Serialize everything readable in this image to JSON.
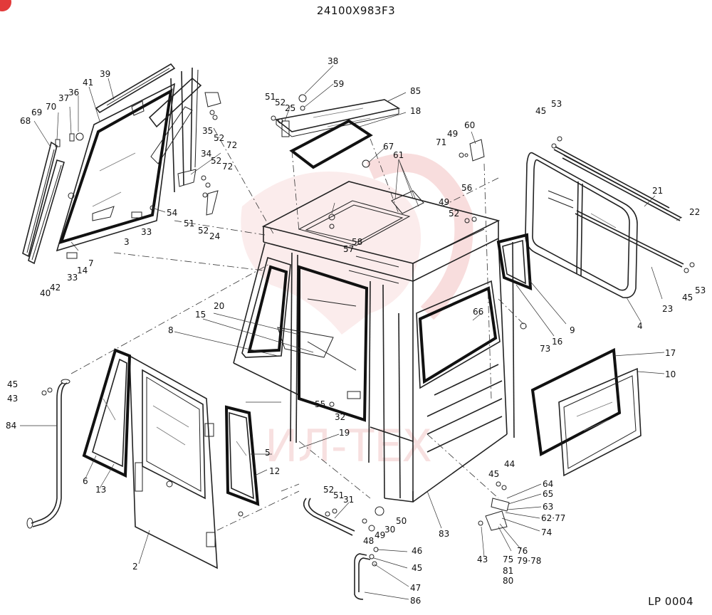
{
  "header": {
    "title": "24100X983F3"
  },
  "footer": {
    "code": "LP 0004"
  },
  "watermark": {
    "text": "ИЛ-ТЕХ",
    "color": "#e05050"
  },
  "colors": {
    "line": "#222222",
    "badge": "#e23a3a"
  },
  "callouts": [
    {
      "id": "c38",
      "text": "38"
    },
    {
      "id": "c59",
      "text": "59"
    },
    {
      "id": "c85",
      "text": "85"
    },
    {
      "id": "c18",
      "text": "18"
    },
    {
      "id": "c51a",
      "text": "51"
    },
    {
      "id": "c52a",
      "text": "52"
    },
    {
      "id": "c25",
      "text": "25"
    },
    {
      "id": "c67",
      "text": "67"
    },
    {
      "id": "c61",
      "text": "61"
    },
    {
      "id": "c60",
      "text": "60"
    },
    {
      "id": "c49a",
      "text": "49"
    },
    {
      "id": "c71",
      "text": "71"
    },
    {
      "id": "c49b",
      "text": "49"
    },
    {
      "id": "c52b",
      "text": "52"
    },
    {
      "id": "c56",
      "text": "56"
    },
    {
      "id": "c45a",
      "text": "45"
    },
    {
      "id": "c53a",
      "text": "53"
    },
    {
      "id": "c21",
      "text": "21"
    },
    {
      "id": "c22",
      "text": "22"
    },
    {
      "id": "c45b",
      "text": "45"
    },
    {
      "id": "c53b",
      "text": "53"
    },
    {
      "id": "c23",
      "text": "23"
    },
    {
      "id": "c4",
      "text": "4"
    },
    {
      "id": "c9",
      "text": "9"
    },
    {
      "id": "c16",
      "text": "16"
    },
    {
      "id": "c73",
      "text": "73"
    },
    {
      "id": "c66",
      "text": "66"
    },
    {
      "id": "c17",
      "text": "17"
    },
    {
      "id": "c10",
      "text": "10"
    },
    {
      "id": "c39",
      "text": "39"
    },
    {
      "id": "c41",
      "text": "41"
    },
    {
      "id": "c37",
      "text": "37"
    },
    {
      "id": "c36",
      "text": "36"
    },
    {
      "id": "c70",
      "text": "70"
    },
    {
      "id": "c69",
      "text": "69"
    },
    {
      "id": "c68",
      "text": "68"
    },
    {
      "id": "c35",
      "text": "35"
    },
    {
      "id": "c52c",
      "text": "52"
    },
    {
      "id": "c72a",
      "text": "72"
    },
    {
      "id": "c34",
      "text": "34"
    },
    {
      "id": "c52d",
      "text": "52"
    },
    {
      "id": "c72b",
      "text": "72"
    },
    {
      "id": "c54",
      "text": "54"
    },
    {
      "id": "c33a",
      "text": "33"
    },
    {
      "id": "c51b",
      "text": "51"
    },
    {
      "id": "c52e",
      "text": "52"
    },
    {
      "id": "c24",
      "text": "24"
    },
    {
      "id": "c3",
      "text": "3"
    },
    {
      "id": "c7",
      "text": "7"
    },
    {
      "id": "c14",
      "text": "14"
    },
    {
      "id": "c33b",
      "text": "33"
    },
    {
      "id": "c40",
      "text": "40"
    },
    {
      "id": "c42",
      "text": "42"
    },
    {
      "id": "c58",
      "text": "58"
    },
    {
      "id": "c57",
      "text": "57"
    },
    {
      "id": "c20",
      "text": "20"
    },
    {
      "id": "c15",
      "text": "15"
    },
    {
      "id": "c8",
      "text": "8"
    },
    {
      "id": "c45c",
      "text": "45"
    },
    {
      "id": "c43a",
      "text": "43"
    },
    {
      "id": "c84",
      "text": "84"
    },
    {
      "id": "c6",
      "text": "6"
    },
    {
      "id": "c13",
      "text": "13"
    },
    {
      "id": "c5",
      "text": "5"
    },
    {
      "id": "c12",
      "text": "12"
    },
    {
      "id": "c55",
      "text": "55"
    },
    {
      "id": "c32",
      "text": "32"
    },
    {
      "id": "c19",
      "text": "19"
    },
    {
      "id": "c2",
      "text": "2"
    },
    {
      "id": "c52f",
      "text": "52"
    },
    {
      "id": "c51c",
      "text": "51"
    },
    {
      "id": "c31",
      "text": "31"
    },
    {
      "id": "c50",
      "text": "50"
    },
    {
      "id": "c49c",
      "text": "49"
    },
    {
      "id": "c30",
      "text": "30"
    },
    {
      "id": "c48",
      "text": "48"
    },
    {
      "id": "c83",
      "text": "83"
    },
    {
      "id": "c46",
      "text": "46"
    },
    {
      "id": "c45d",
      "text": "45"
    },
    {
      "id": "c47",
      "text": "47"
    },
    {
      "id": "c86",
      "text": "86"
    },
    {
      "id": "c45e",
      "text": "45"
    },
    {
      "id": "c44",
      "text": "44"
    },
    {
      "id": "c64",
      "text": "64"
    },
    {
      "id": "c65",
      "text": "65"
    },
    {
      "id": "c63",
      "text": "63"
    },
    {
      "id": "c6277",
      "text": "62·77"
    },
    {
      "id": "c74",
      "text": "74"
    },
    {
      "id": "c43b",
      "text": "43"
    },
    {
      "id": "c75",
      "text": "75"
    },
    {
      "id": "c76",
      "text": "76"
    },
    {
      "id": "c7978",
      "text": "79·78"
    },
    {
      "id": "c81",
      "text": "81"
    },
    {
      "id": "c80",
      "text": "80"
    }
  ]
}
